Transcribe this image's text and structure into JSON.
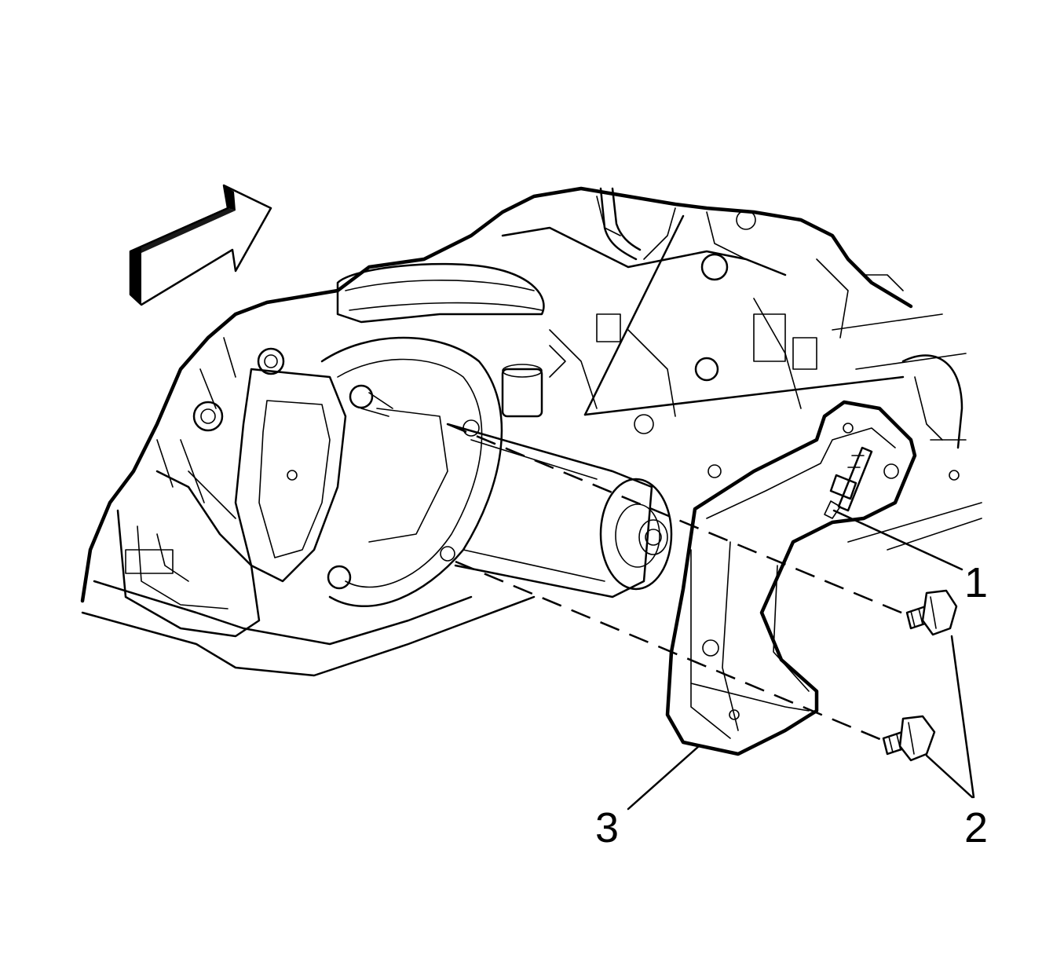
{
  "diagram": {
    "callouts": [
      {
        "id": "1",
        "label": "1"
      },
      {
        "id": "2",
        "label": "2"
      },
      {
        "id": "3",
        "label": "3"
      }
    ],
    "arrow_icon": "front-direction-arrow-icon",
    "line_color": "#000000",
    "background": "#ffffff"
  }
}
